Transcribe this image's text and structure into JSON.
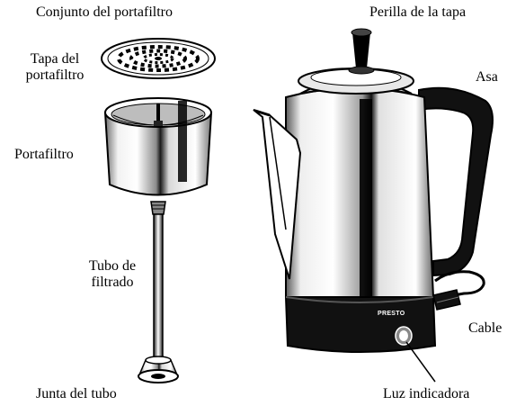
{
  "labels": {
    "basket_assembly": "Conjunto del portafiltro",
    "basket_lid": "Tapa del portafiltro",
    "basket": "Portafiltro",
    "pump_tube": "Tubo de filtrado",
    "tube_gasket": "Junta del tubo",
    "cover_knob": "Perilla de la tapa",
    "handle": "Asa",
    "cord": "Cable",
    "indicator_light": "Luz indicadora"
  },
  "brand": "PRESTO"
}
